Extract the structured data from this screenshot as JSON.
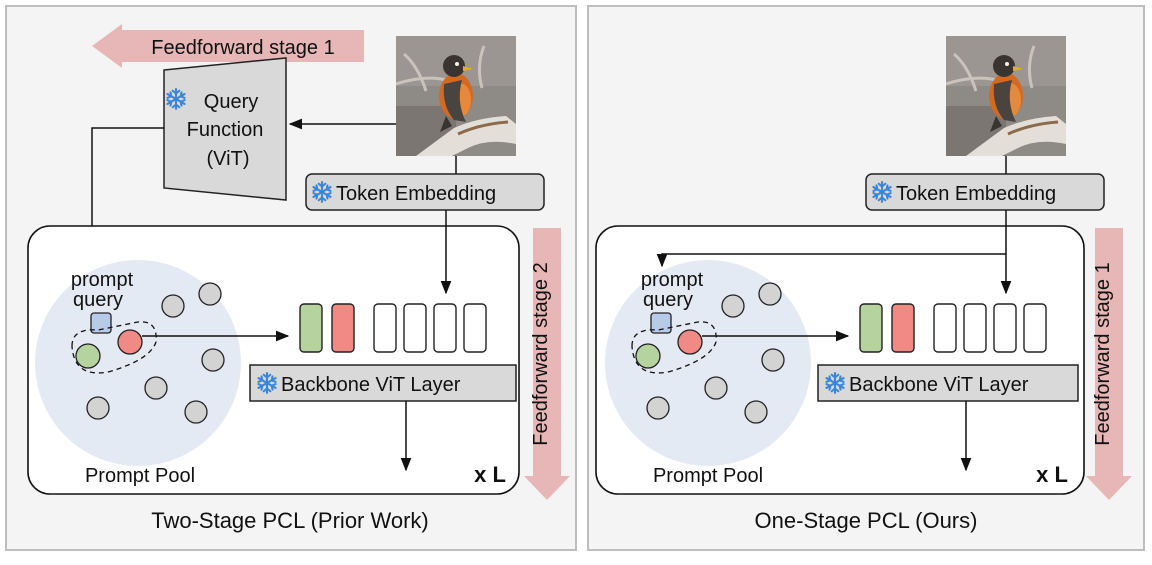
{
  "colors": {
    "panel_bg": "#f4f4f4",
    "panel_border": "#bdbdbd",
    "box_fill": "#d9d9d9",
    "pool_fill": "#e4eaf3",
    "dot_fill": "#d3d3d3",
    "query_fill": "#b7cbe8",
    "green_token": "#b5d39e",
    "red_token": "#ef8a85",
    "stage_arrow": "#e7b6b6",
    "snowflake": "#3a86d8"
  },
  "icons": [
    "snowflake-icon",
    "bird-photo"
  ],
  "left": {
    "stage_top_label": "Feedforward stage 1",
    "query_line1": "Query",
    "query_line2": "Function",
    "query_line3": "(ViT)",
    "token_embedding": "Token Embedding",
    "prompt_label1": "prompt",
    "prompt_label2": "query",
    "backbone": "Backbone ViT Layer",
    "pool_label": "Prompt Pool",
    "repeat": "x L",
    "stage_side_label": "Feedforward stage 2",
    "caption": "Two-Stage PCL (Prior Work)"
  },
  "right": {
    "token_embedding": "Token Embedding",
    "prompt_label1": "prompt",
    "prompt_label2": "query",
    "backbone": "Backbone ViT Layer",
    "pool_label": "Prompt Pool",
    "repeat": "x L",
    "stage_side_label": "Feedforward stage 1",
    "caption": "One-Stage PCL (Ours)"
  }
}
